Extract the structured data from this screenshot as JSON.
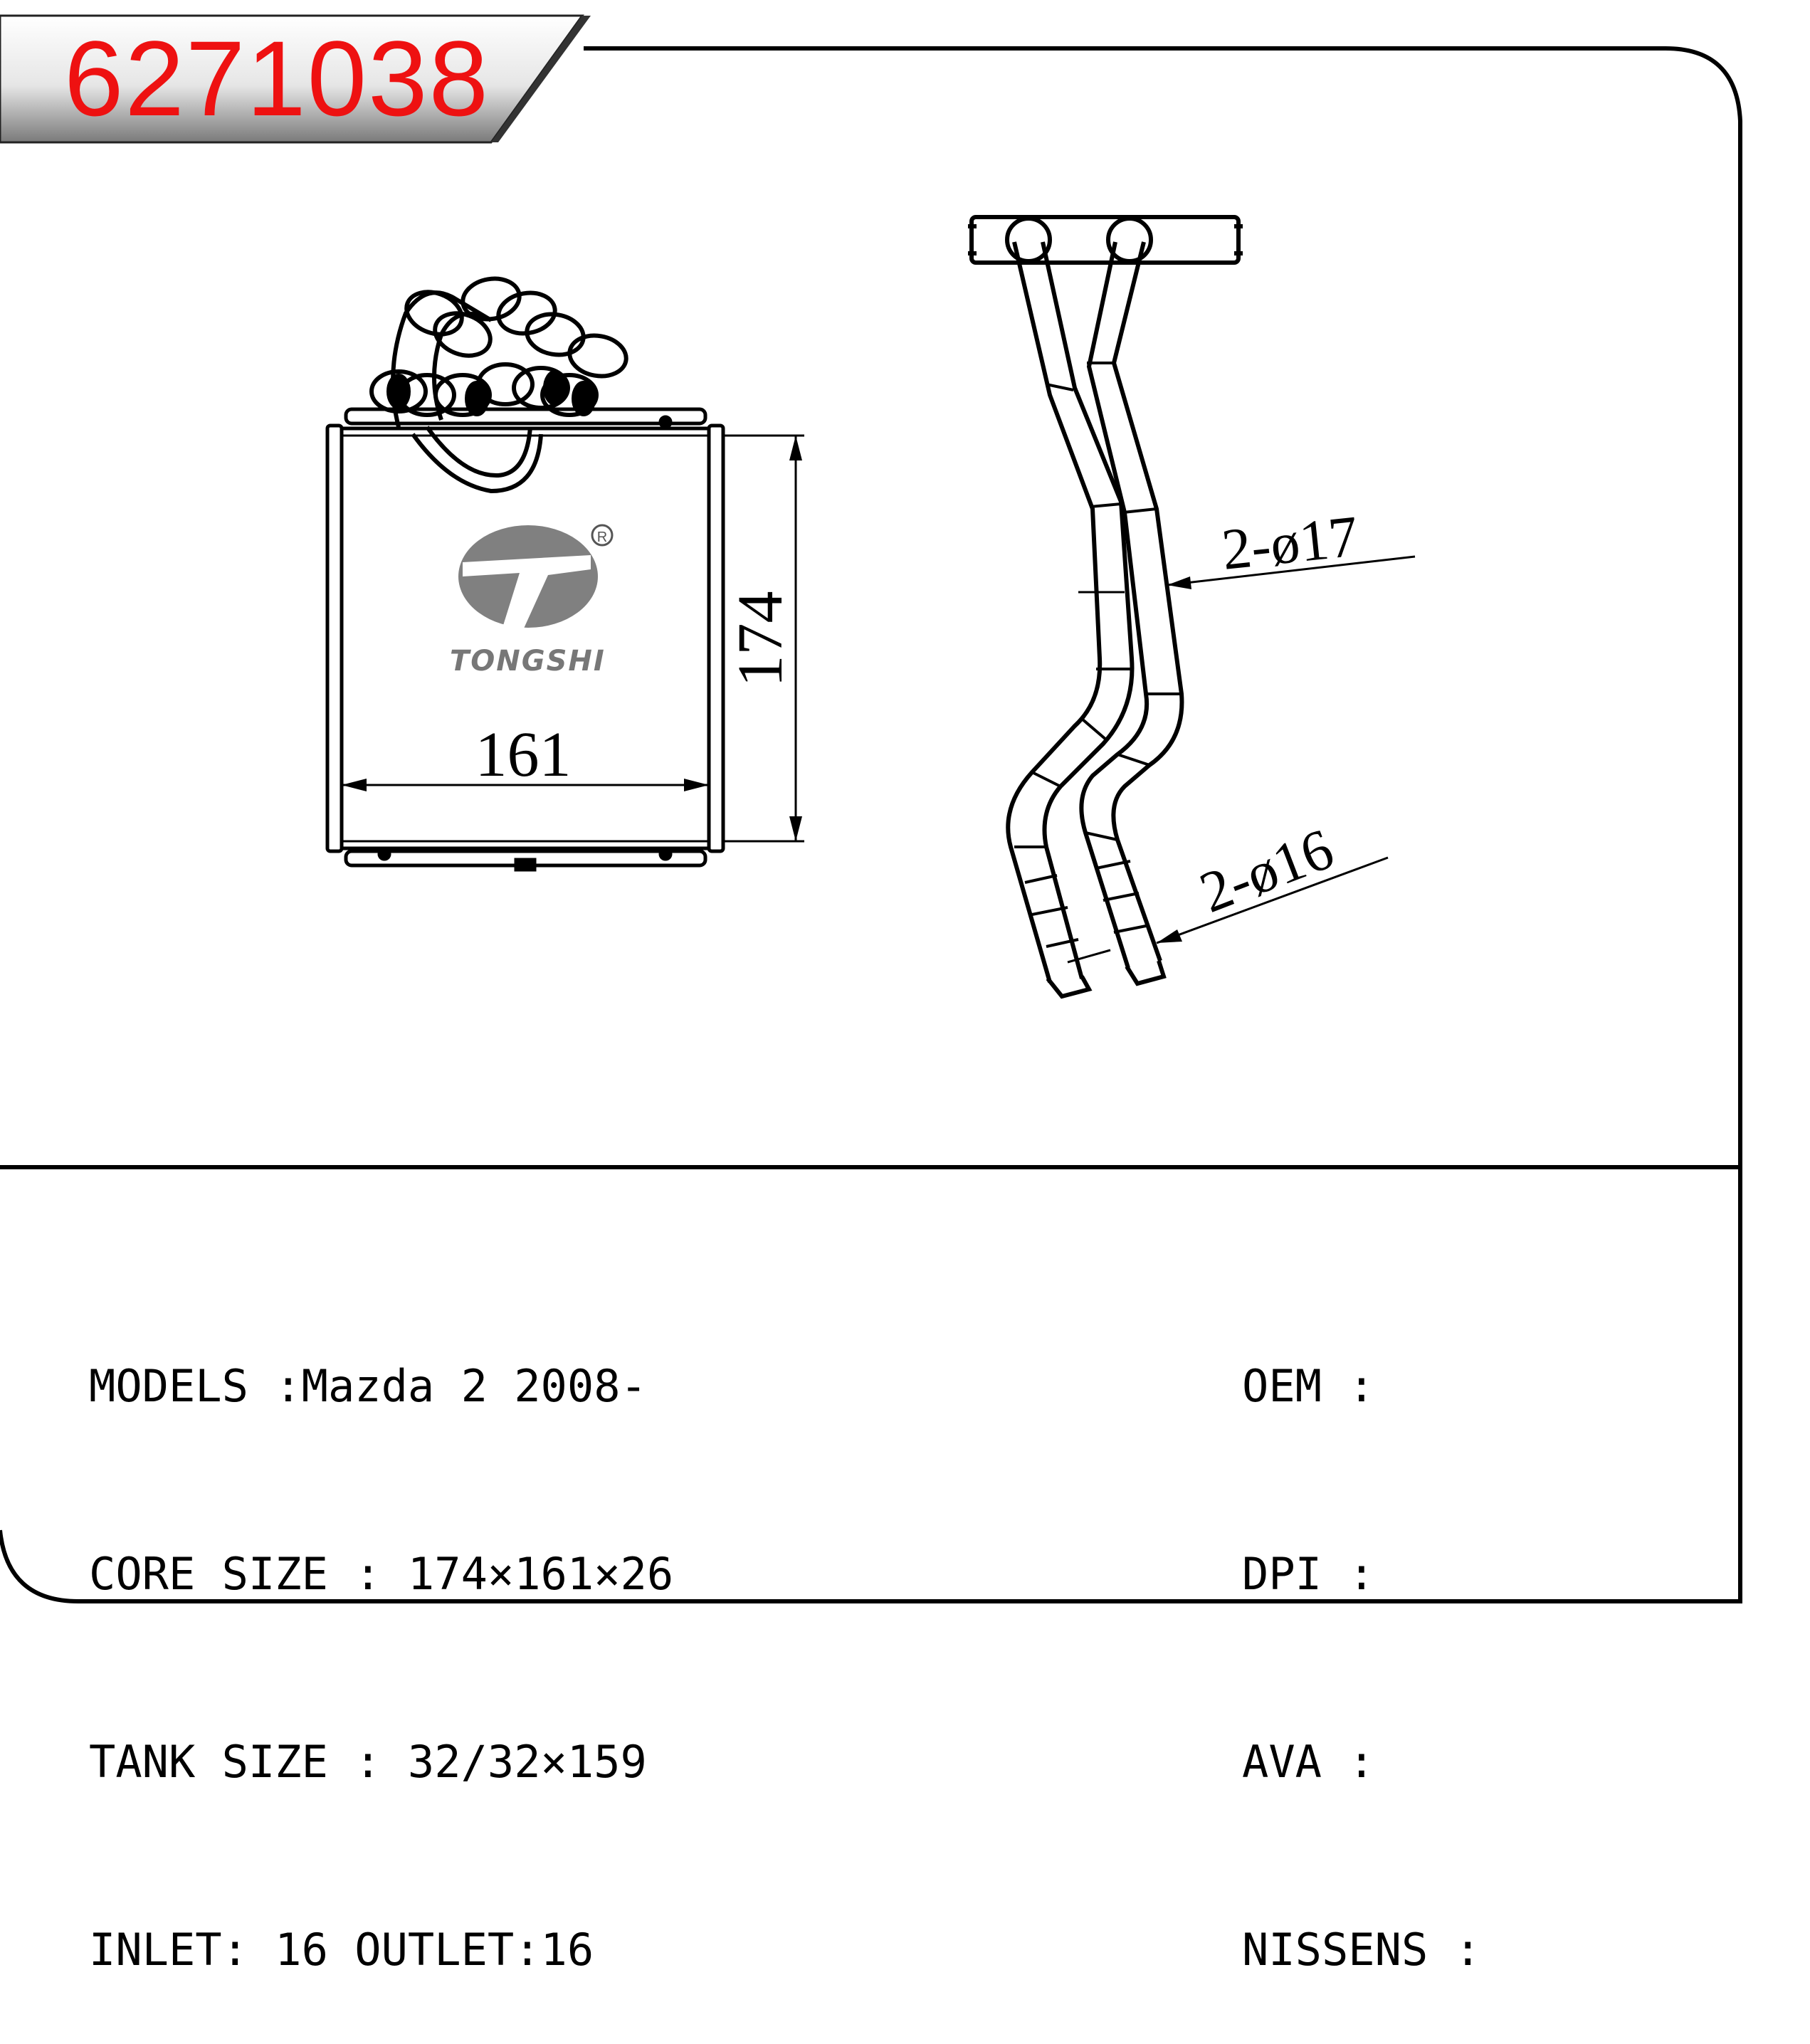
{
  "header": {
    "part_number": "6271038"
  },
  "drawing": {
    "brand": "TONGSHI",
    "registered_mark": "R",
    "dim_height": "174",
    "dim_width": "161",
    "dim_pipe_large": "2-ø17",
    "dim_pipe_small": "2-ø16"
  },
  "specs": {
    "models": "MODELS :Mazda 2 2008-",
    "core_size": "CORE SIZE : 174×161×26",
    "tank_size": "TANK SIZE : 32/32×159",
    "inlet_outlet": "INLET: 16 OUTLET:16"
  },
  "references": {
    "oem": "OEM :",
    "dpi": "DPI :",
    "ava": "AVA :",
    "nissens": "NISSENS :"
  },
  "colors": {
    "part_number": "#ee1111",
    "line": "#000000",
    "logo": "#808080"
  }
}
